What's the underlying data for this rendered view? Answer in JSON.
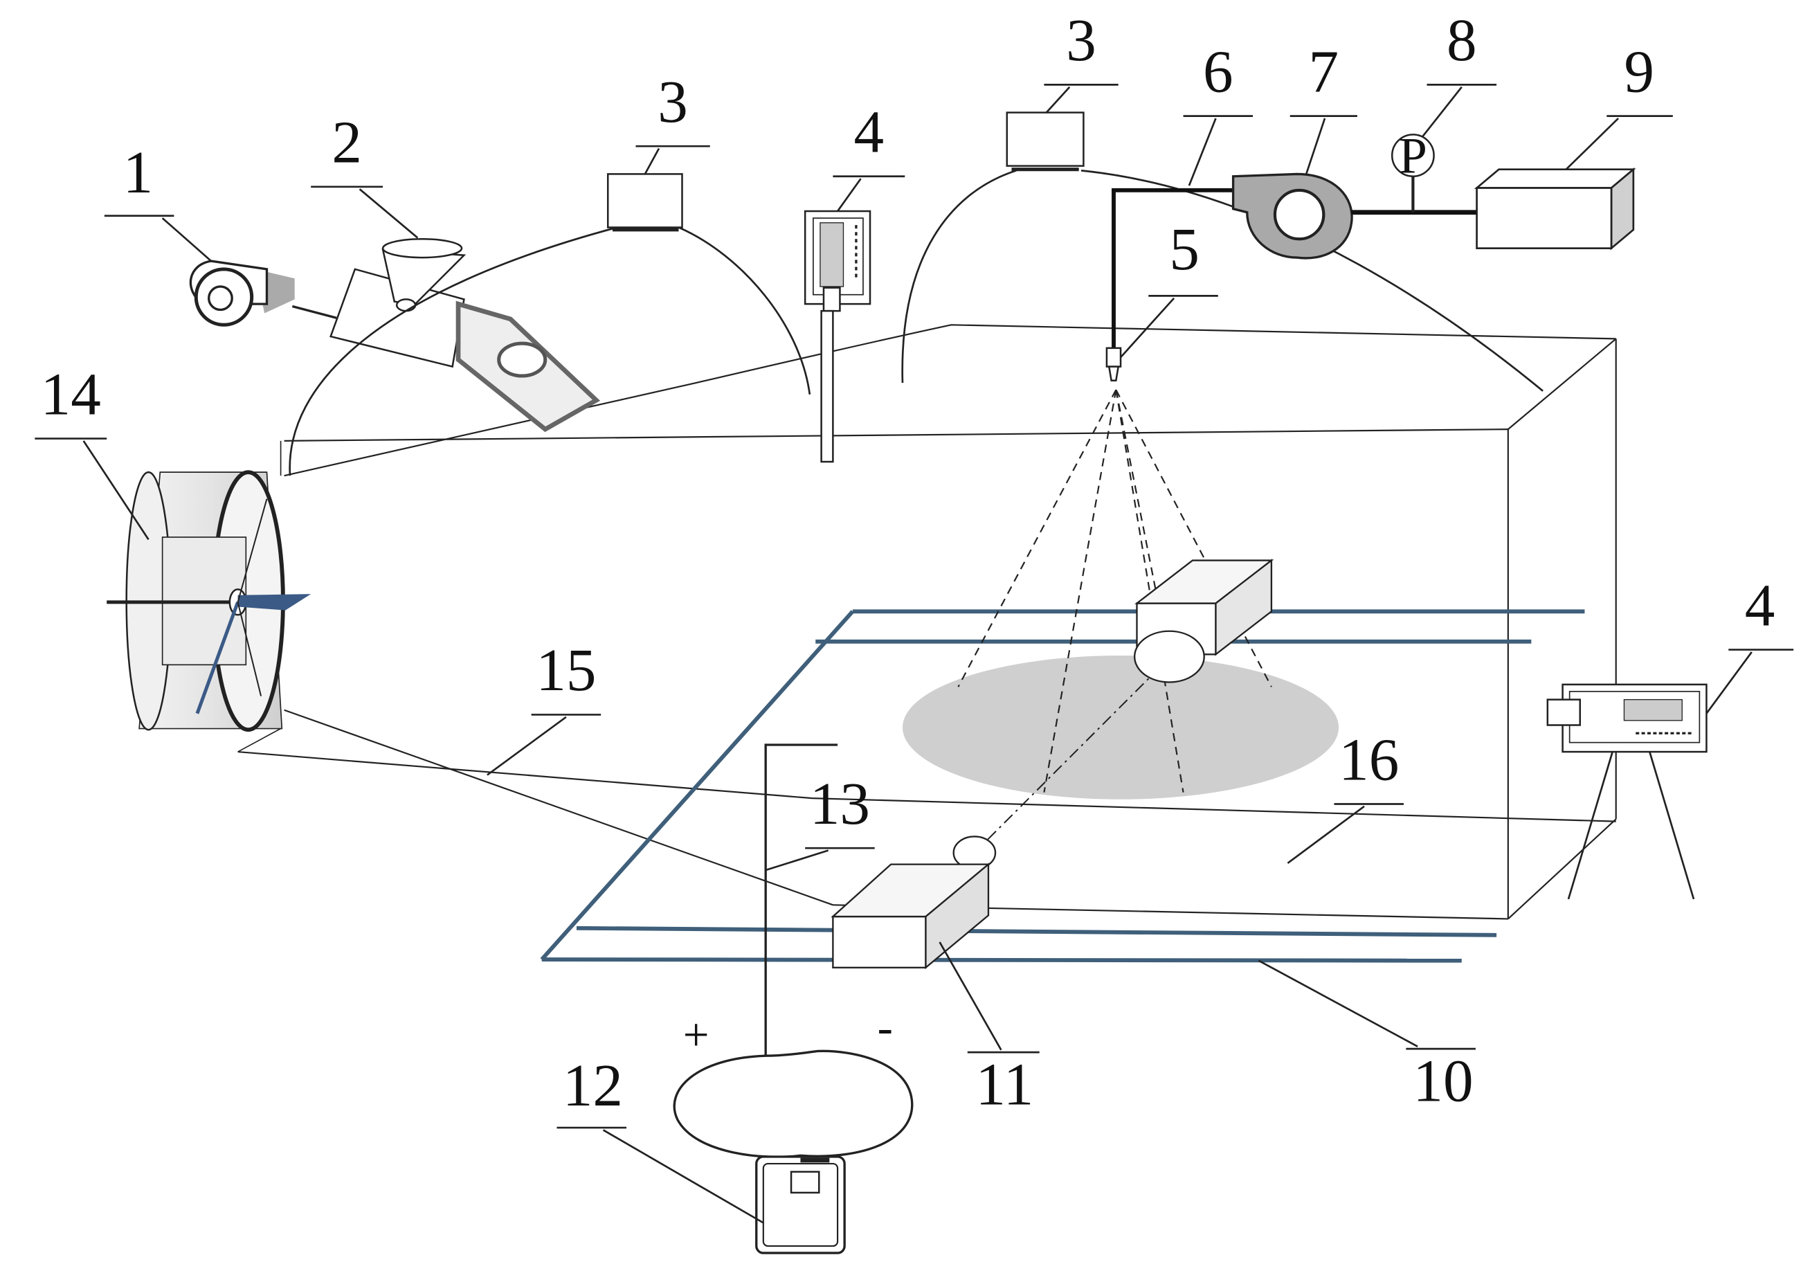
{
  "labels": {
    "l1": "1",
    "l2": "2",
    "l3a": "3",
    "l3b": "3",
    "l4a": "4",
    "l4b": "4",
    "l5": "5",
    "l6": "6",
    "l7": "7",
    "l8": "8",
    "l9": "9",
    "l10": "10",
    "l11": "11",
    "l12": "12",
    "l13": "13",
    "l14": "14",
    "l15": "15",
    "l16": "16"
  },
  "symbols": {
    "pressure": "P",
    "plus": "+",
    "minus": "-"
  }
}
